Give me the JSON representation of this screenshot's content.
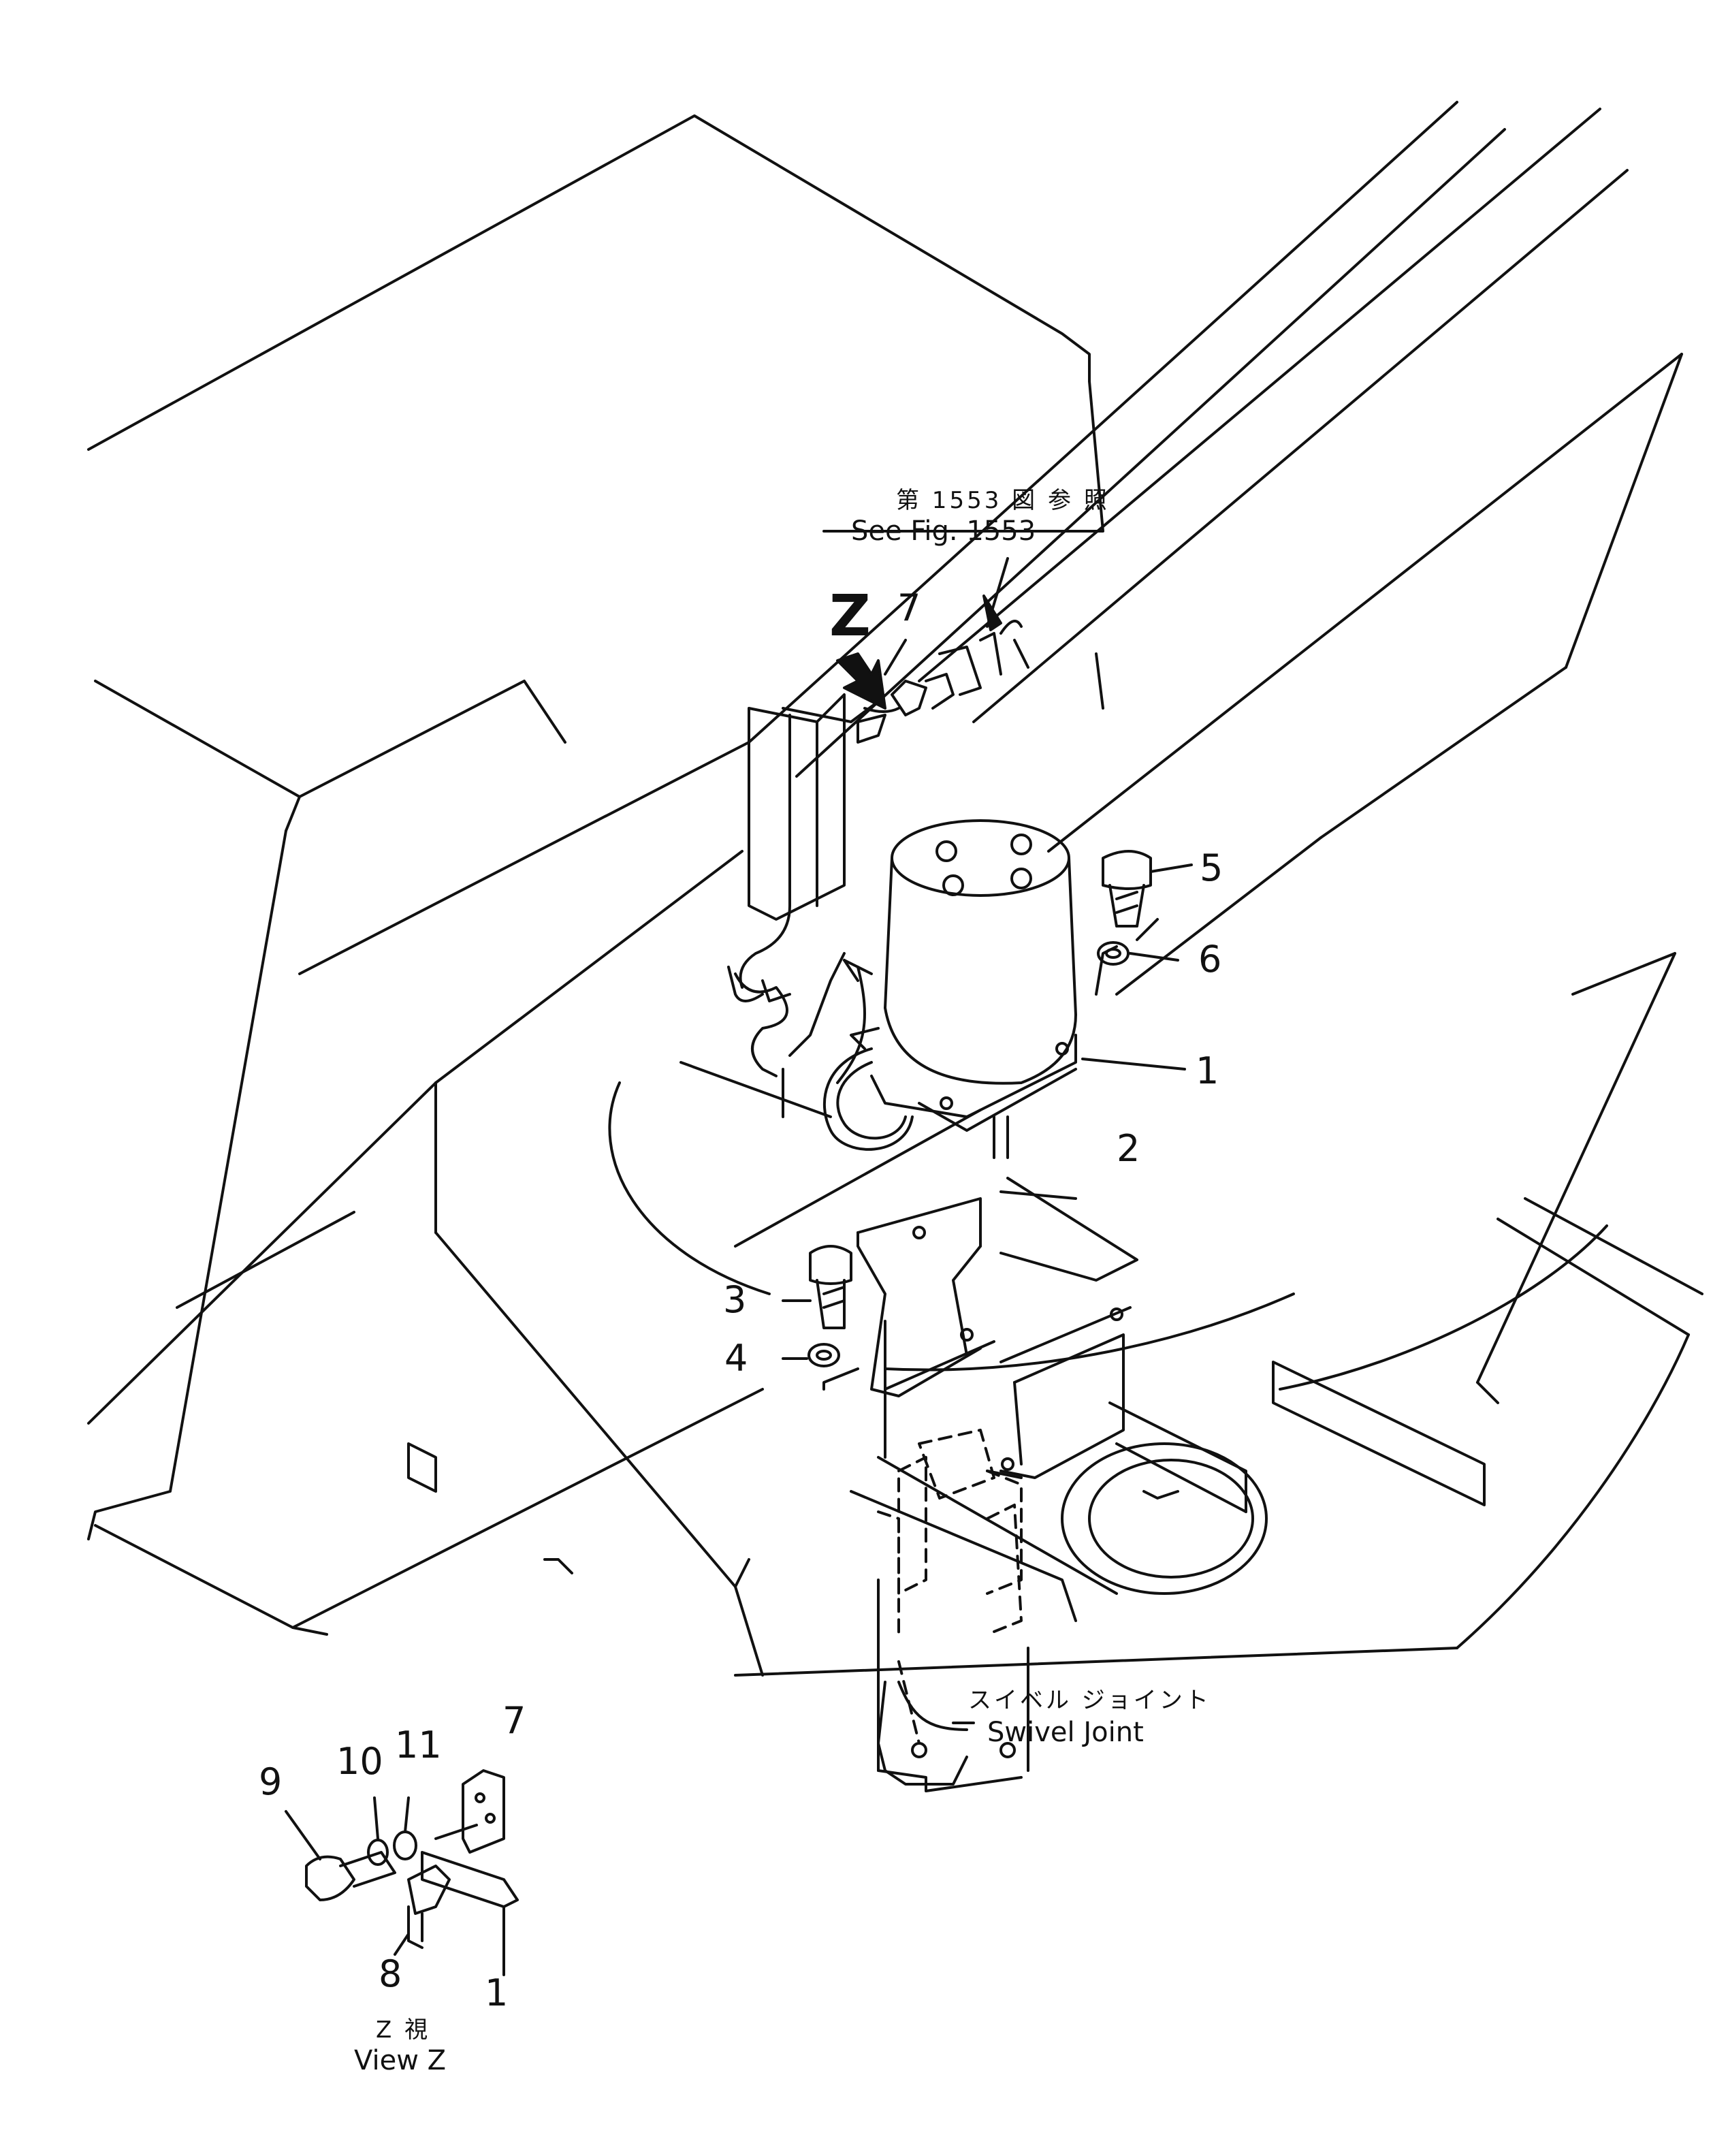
{
  "callouts": [
    {
      "id": "c5",
      "text": "5"
    },
    {
      "id": "c6",
      "text": "6"
    },
    {
      "id": "c1",
      "text": "1"
    },
    {
      "id": "c2",
      "text": "2"
    },
    {
      "id": "c3",
      "text": "3"
    },
    {
      "id": "c4",
      "text": "4"
    },
    {
      "id": "c7top",
      "text": "7"
    },
    {
      "id": "c9",
      "text": "9"
    },
    {
      "id": "c10",
      "text": "10"
    },
    {
      "id": "c11",
      "text": "11"
    },
    {
      "id": "c7inset",
      "text": "7"
    },
    {
      "id": "c8",
      "text": "8"
    },
    {
      "id": "c1inset",
      "text": "1"
    }
  ],
  "view_marker": "Z",
  "reference_note": {
    "jp": "第 1553 図 参 照",
    "en": "See Fig. 1553"
  },
  "swivel_joint": {
    "jp": "スイベル ジョイント",
    "en": "Swivel Joint"
  },
  "view_label": {
    "jp": "Z  視",
    "en": "View  Z"
  }
}
